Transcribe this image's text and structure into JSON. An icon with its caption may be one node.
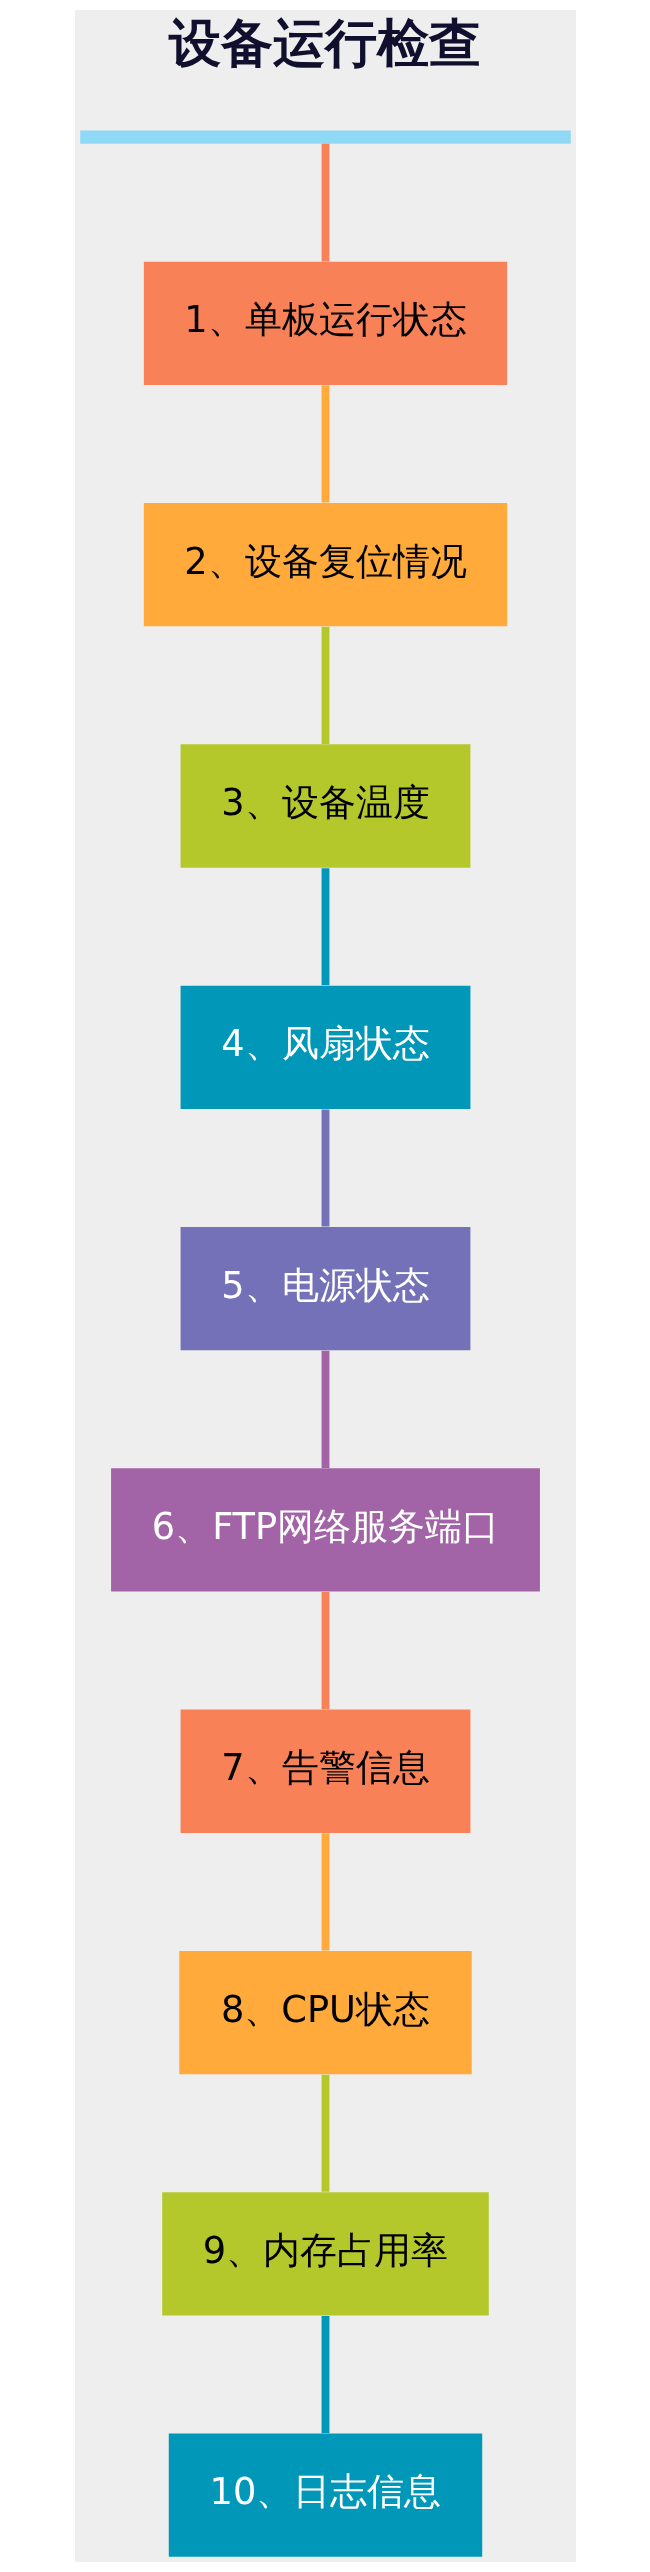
{
  "diagram": {
    "title": "设备运行检查",
    "nodes": [
      {
        "text": [],
        "shape": "bar"
      },
      {
        "text": [
          "1、单板运行状态"
        ]
      },
      {
        "text": [
          "2、设备复位情况"
        ]
      },
      {
        "text": [
          "3、设备温度"
        ]
      },
      {
        "text": [
          "4、风扇状态"
        ]
      },
      {
        "text": [
          "5、电源状态"
        ]
      },
      {
        "text": [
          "6、FTP网络服务端口"
        ]
      },
      {
        "text": [
          "7、告警信息"
        ]
      },
      {
        "text": [
          "8、CPU状态"
        ]
      },
      {
        "text": [
          "9、内存占用率"
        ]
      },
      {
        "text": [
          "10、日志信息"
        ]
      }
    ],
    "edges": [
      {
        "from": 0,
        "to": 1,
        "arrow": "none",
        "color": "#f98157"
      },
      {
        "from": 1,
        "to": 2,
        "arrow": "none",
        "color": "#ffaa3b"
      },
      {
        "from": 2,
        "to": 3,
        "arrow": "none",
        "color": "#b5c82b"
      },
      {
        "from": 3,
        "to": 4,
        "arrow": "none",
        "color": "#0097b9"
      },
      {
        "from": 4,
        "to": 5,
        "arrow": "none",
        "color": "#7471b8"
      },
      {
        "from": 5,
        "to": 6,
        "arrow": "none",
        "color": "#a264a6"
      },
      {
        "from": 6,
        "to": 7,
        "arrow": "none",
        "color": "#f98157"
      },
      {
        "from": 7,
        "to": 8,
        "arrow": "none",
        "color": "#ffaa3b"
      },
      {
        "from": 8,
        "to": 9,
        "arrow": "none",
        "color": "#b5c82b"
      },
      {
        "from": 9,
        "to": 10,
        "arrow": "none",
        "color": "#0097b9"
      }
    ]
  }
}
